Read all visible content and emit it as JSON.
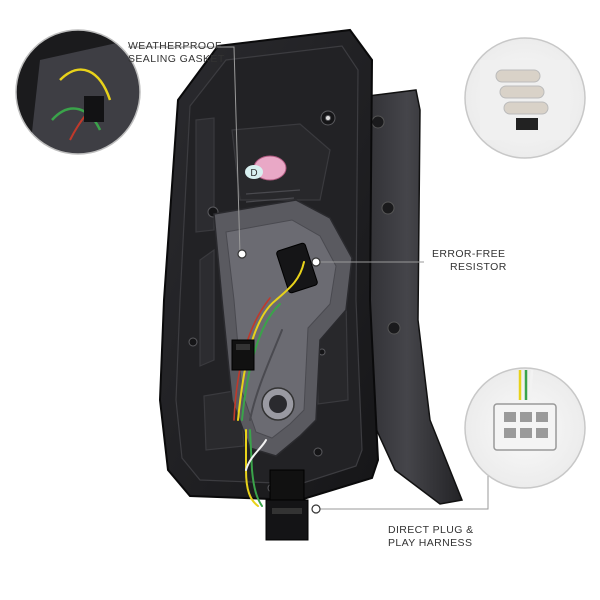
{
  "callouts": {
    "gasket": {
      "line1": "WEATHERPROOF",
      "line2": "SEALING GASKET"
    },
    "resistor": {
      "line1": "ERROR-FREE",
      "line2": "RESISTOR"
    },
    "harness": {
      "line1": "DIRECT PLUG &",
      "line2": "PLAY HARNESS"
    }
  },
  "housing": {
    "sticker_letter": "D"
  },
  "colors": {
    "housing_dark": "#1c1c1e",
    "housing_edge": "#0d0d0f",
    "lens_smoke": "#3a3a3e",
    "wire_yellow": "#e8d21a",
    "wire_green": "#3aa34a",
    "wire_red": "#c0392b",
    "wire_white": "#f2f2f2",
    "callout_line": "#9a9a9a",
    "callout_dot": "#ffffff"
  }
}
